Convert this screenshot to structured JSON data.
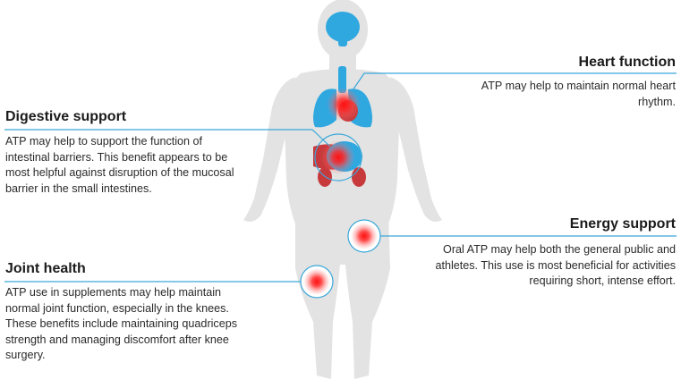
{
  "callouts": {
    "heart": {
      "title": "Heart function",
      "text": "ATP may help to maintain normal heart rhythm."
    },
    "digestive": {
      "title": "Digestive support",
      "text": "ATP may help to support the function of intestinal barriers. This benefit appears to be most helpful against disruption of the mucosal barrier in the small intestines."
    },
    "energy": {
      "title": "Energy support",
      "text": "Oral ATP may help both the general public and athletes. This use is most beneficial for activities requiring short, intense effort."
    },
    "joint": {
      "title": "Joint health",
      "text": "ATP use in supplements may help maintain normal joint function, especially in the knees. These benefits include maintaining quadriceps strength and managing discomfort after knee surgery."
    }
  },
  "colors": {
    "body": "#e3e3e3",
    "organ_blue": "#2fa8e0",
    "organ_red": "#c8393c",
    "leader_line": "#3aa7d9",
    "hotspot": "#ff1a1a"
  }
}
